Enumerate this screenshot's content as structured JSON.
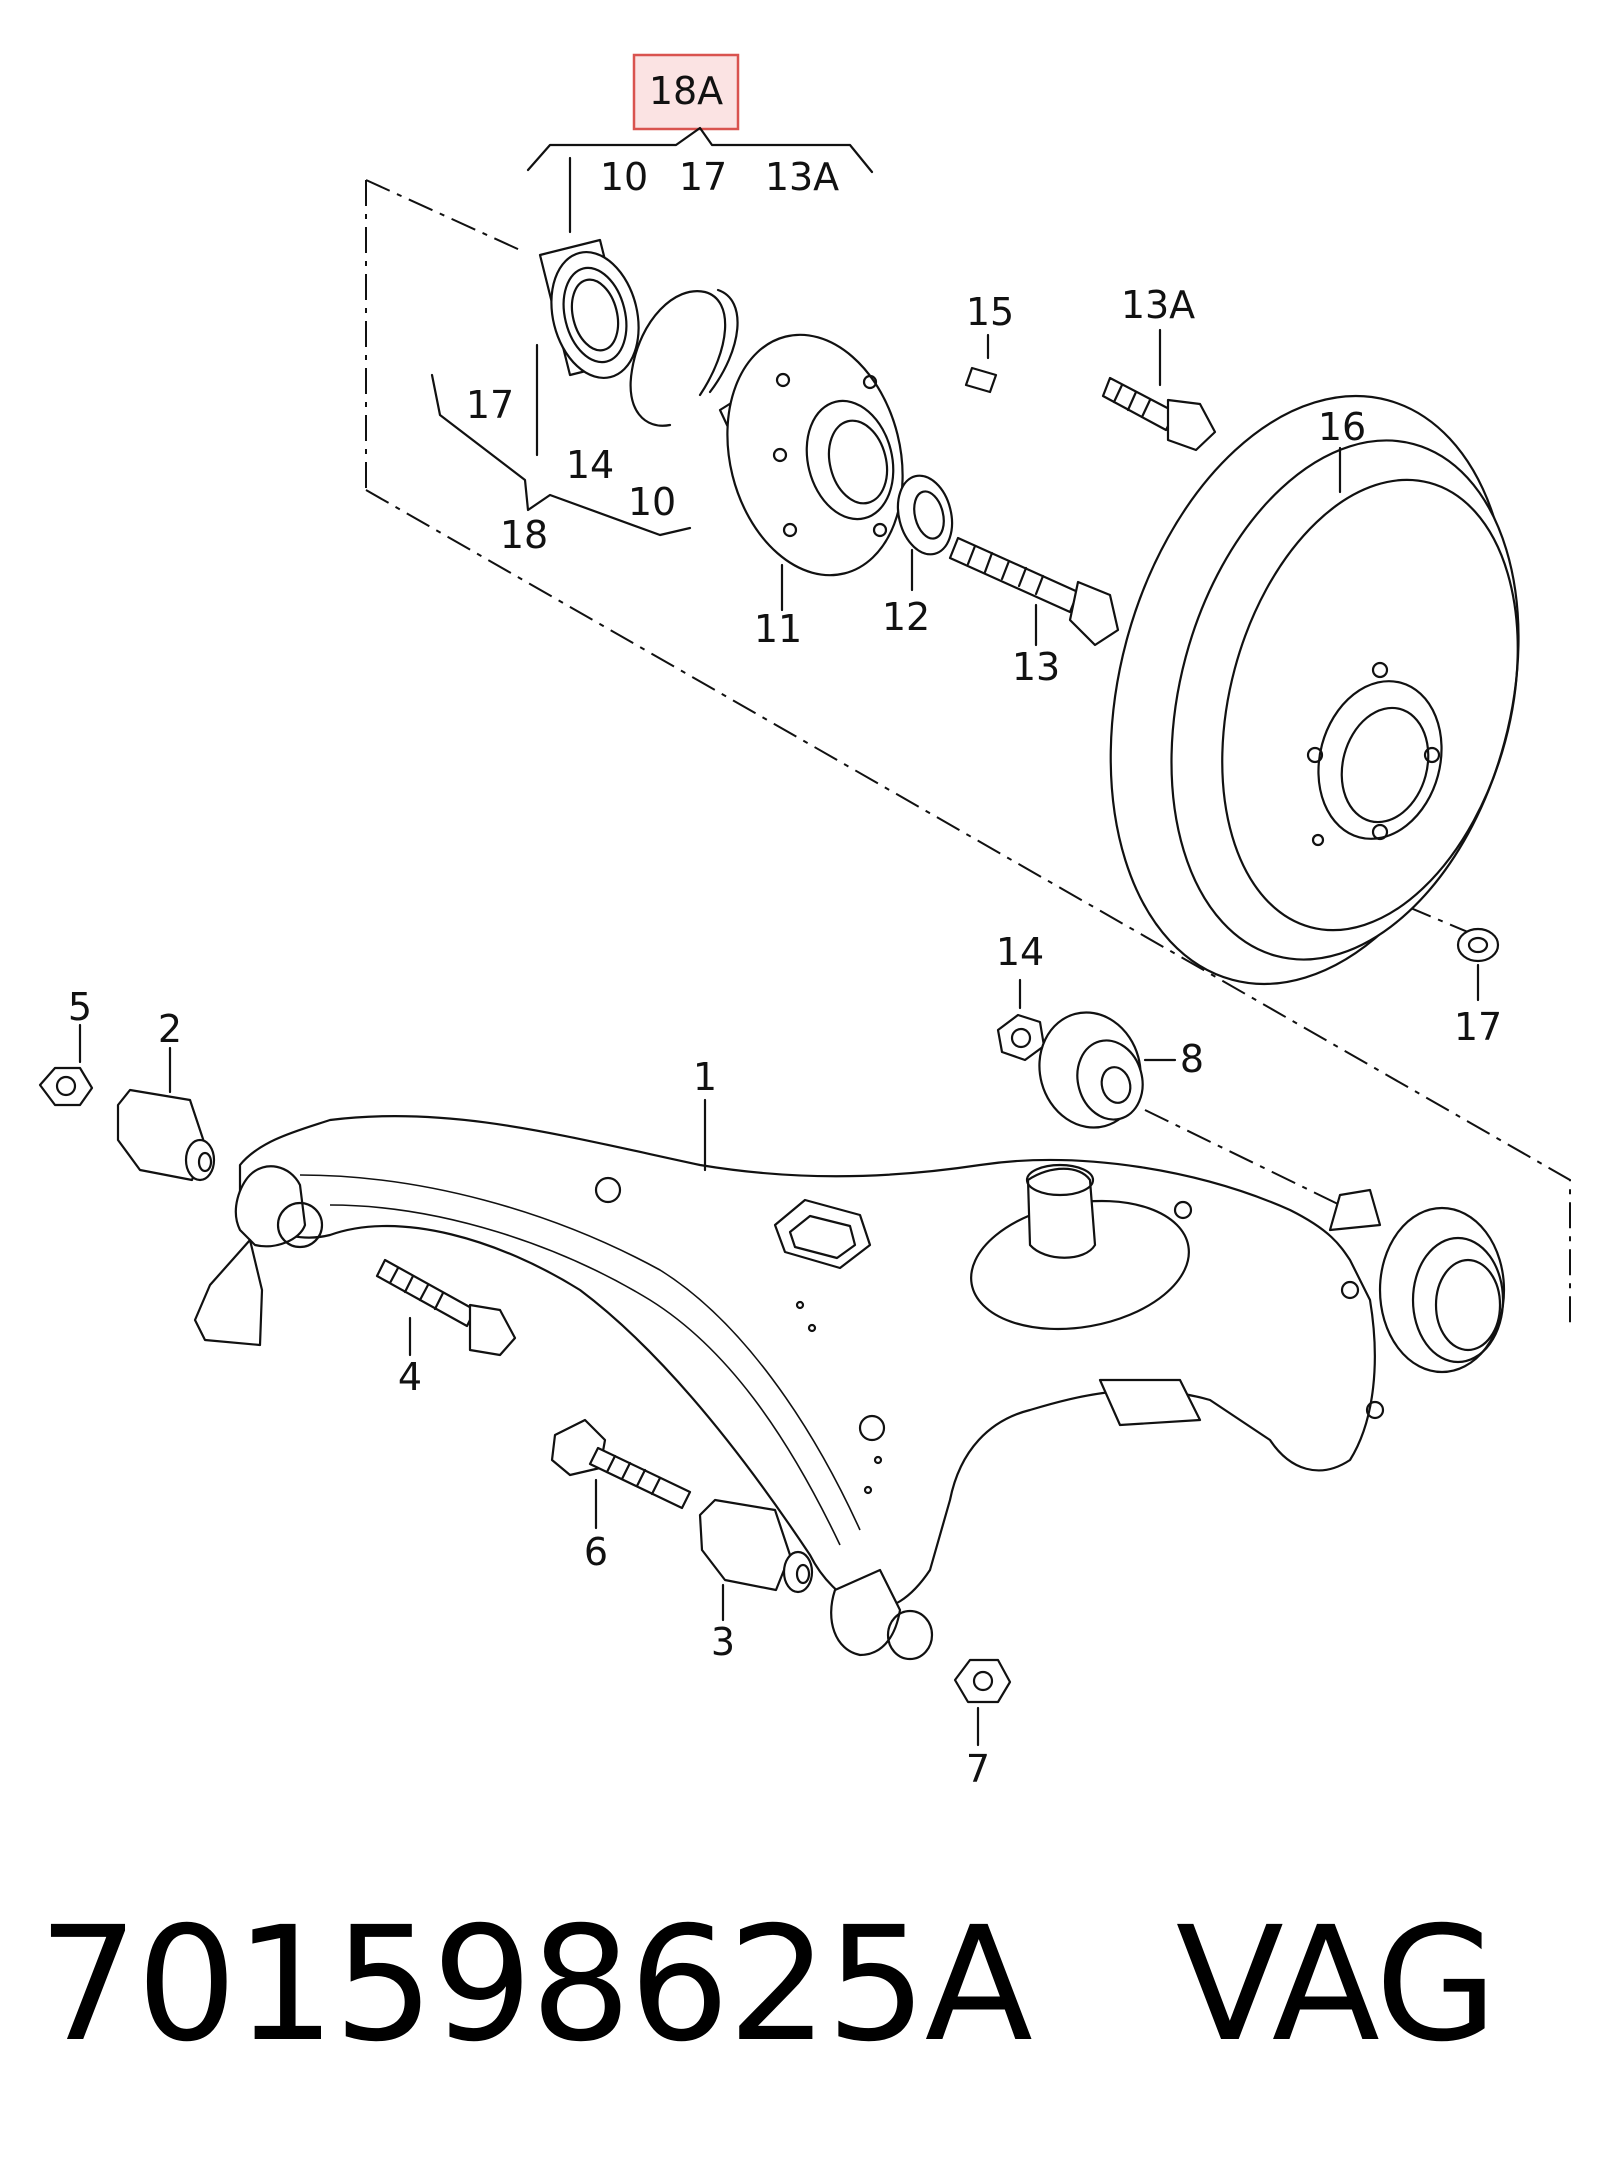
{
  "diagram": {
    "highlight_label": "18A",
    "group_top": [
      "10",
      "17",
      "13A"
    ],
    "group_left": [
      "17",
      "14",
      "10"
    ],
    "group_left_parent": "18",
    "labels": {
      "p1": "1",
      "p2": "2",
      "p3": "3",
      "p4": "4",
      "p5": "5",
      "p6": "6",
      "p7": "7",
      "p8": "8",
      "p11": "11",
      "p12": "12",
      "p13": "13",
      "p13a": "13A",
      "p14": "14",
      "p15": "15",
      "p16": "16",
      "p17": "17"
    }
  },
  "footer": {
    "part_number": "701598625A",
    "brand": "VAG"
  },
  "colors": {
    "highlight_border": "#d9534f",
    "highlight_fill": "#fbe3e3",
    "ink": "#111111"
  }
}
